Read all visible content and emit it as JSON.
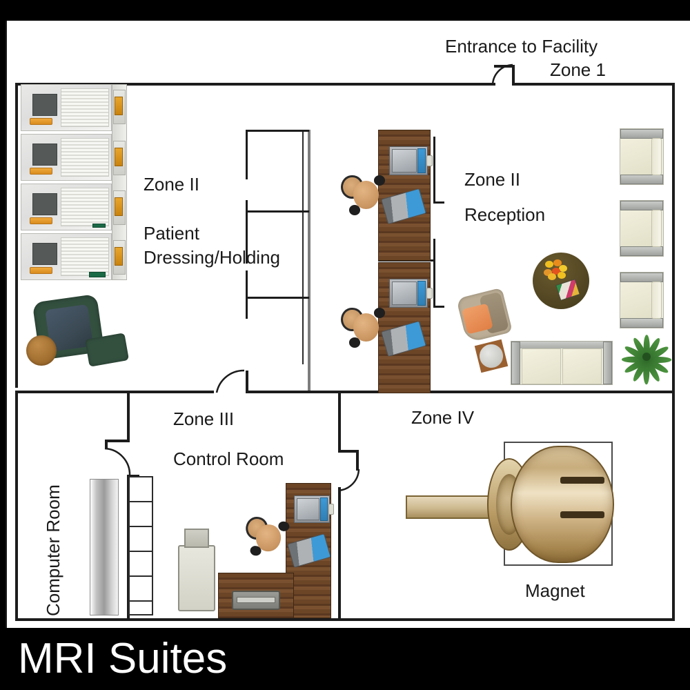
{
  "title": "MRI Suites",
  "colors": {
    "background": "#000000",
    "canvas": "#ffffff",
    "wall": "#1c1c1c",
    "text": "#1a1a1a",
    "title_text": "#ffffff",
    "wood_desk": "#6b4526",
    "magnet_tan": "#cdb183",
    "armchair_green": "#33503f",
    "waiting_chair": "#ececdc",
    "plant_green": "#3f7f36"
  },
  "labels": {
    "entrance": "Entrance to Facility",
    "zone1": "Zone 1",
    "zone2_dressing_zone": "Zone II",
    "zone2_dressing_name_line1": "Patient",
    "zone2_dressing_name_line2": "Dressing/Holding",
    "zone2_reception_zone": "Zone II",
    "zone2_reception_name": "Reception",
    "zone3_zone": "Zone III",
    "zone3_name": "Control Room",
    "zone4_zone": "Zone IV",
    "magnet": "Magnet",
    "computer_room": "Computer Room"
  },
  "rooms": [
    {
      "id": "zone1",
      "zone": "Zone 1",
      "name": "Entrance to Facility"
    },
    {
      "id": "zone2-dressing",
      "zone": "Zone II",
      "name": "Patient Dressing/Holding"
    },
    {
      "id": "zone2-reception",
      "zone": "Zone II",
      "name": "Reception"
    },
    {
      "id": "zone3-control",
      "zone": "Zone III",
      "name": "Control Room"
    },
    {
      "id": "zone4-magnet",
      "zone": "Zone IV",
      "name": "Magnet"
    },
    {
      "id": "computer-room",
      "zone": "",
      "name": "Computer Room"
    }
  ],
  "icons": {
    "patient_bed": "patient-bed-icon",
    "desk_workstation": "desk-workstation-icon",
    "waiting_chair": "waiting-chair-icon",
    "sofa": "sofa-icon",
    "coffee_table": "coffee-table-icon",
    "palm_plant": "palm-plant-icon",
    "mri_magnet": "mri-magnet-icon",
    "cryogen_cylinder": "cryogen-cylinder-icon",
    "printer": "printer-icon",
    "door_swing": "door-swing-icon"
  },
  "counts": {
    "patient_cubicles": 4,
    "reception_workstations": 2,
    "waiting_chairs": 3,
    "control_room_workstations": 1,
    "magnets": 1
  }
}
